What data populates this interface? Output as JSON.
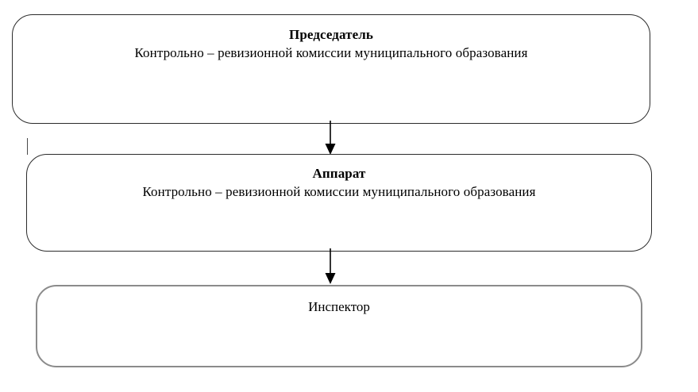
{
  "diagram": {
    "type": "org-chart",
    "orientation": "vertical",
    "background_color": "#ffffff",
    "text_color": "#000000",
    "border_color_primary": "#2b2b2b",
    "border_color_secondary": "#8b8b8b",
    "nodes": [
      {
        "id": "chairman",
        "title": "Председатель",
        "subtitle": "Контрольно – ревизионной комиссии муниципального образования",
        "level": 1
      },
      {
        "id": "apparatus",
        "title": "Аппарат",
        "subtitle": "Контрольно – ревизионной комиссии муниципального образования",
        "level": 2
      },
      {
        "id": "inspector",
        "title": "Инспектор",
        "subtitle": "",
        "level": 3
      }
    ],
    "connectors": [
      {
        "id": "chairman-to-apparatus",
        "from": "chairman",
        "to": "apparatus",
        "style": "arrow-down"
      },
      {
        "id": "apparatus-to-inspector",
        "from": "apparatus",
        "to": "inspector",
        "style": "arrow-down"
      }
    ]
  }
}
